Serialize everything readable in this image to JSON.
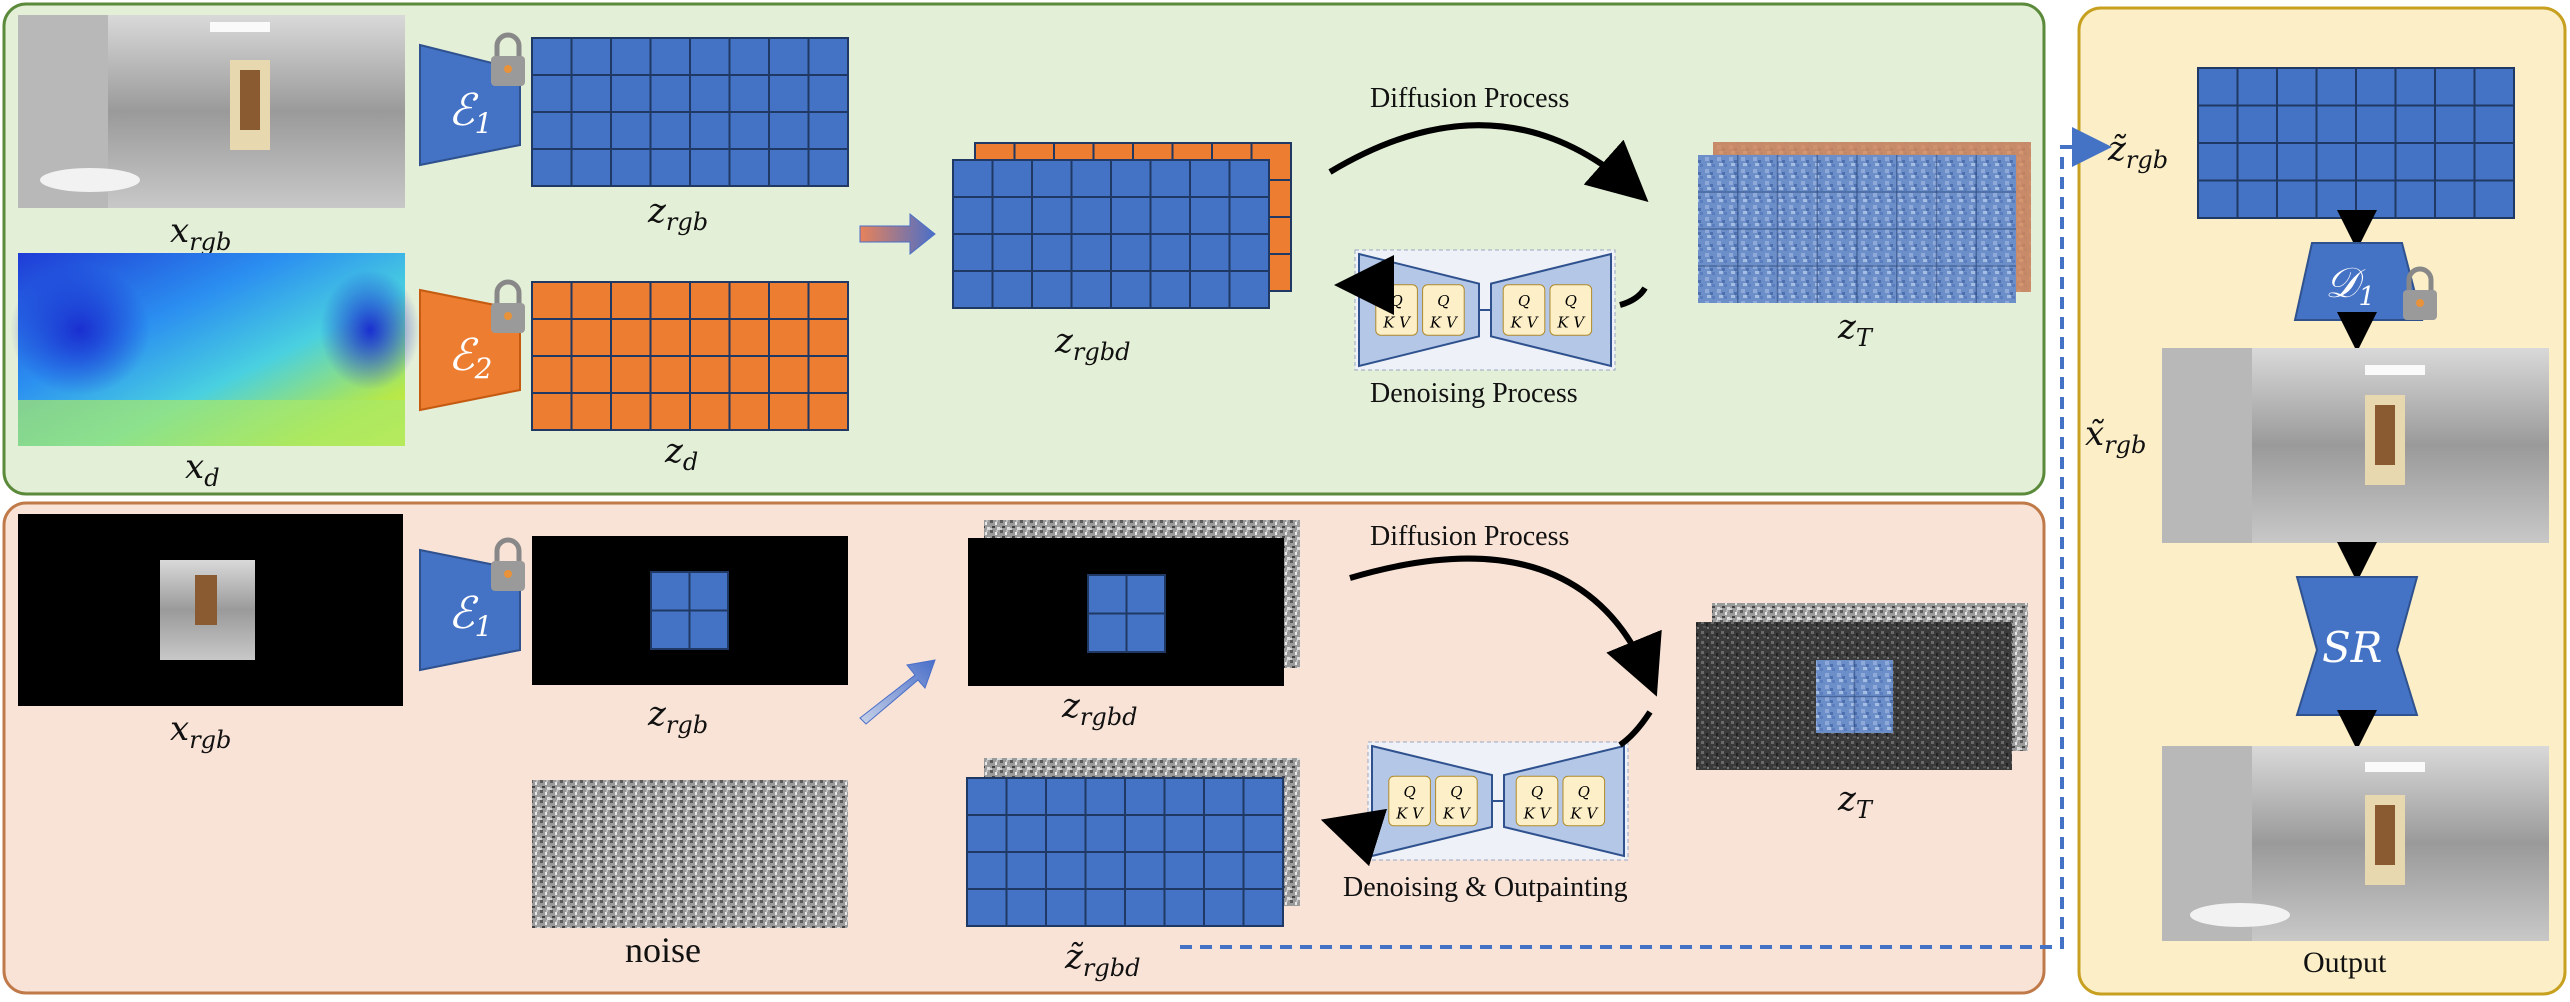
{
  "figure": {
    "top_panel": {
      "diffusion_label": "Diffusion Process",
      "denoising_label": "Denoising Process",
      "x_rgb": "x",
      "x_rgb_sub": "rgb",
      "x_d": "x",
      "x_d_sub": "d",
      "z_rgb": "z",
      "z_rgb_sub": "rgb",
      "z_d": "z",
      "z_d_sub": "d",
      "z_rgbd": "z",
      "z_rgbd_sub": "rgbd",
      "z_T": "z",
      "z_T_sub": "T",
      "enc1": "ℰ",
      "enc1_sub": "1",
      "enc2": "ℰ",
      "enc2_sub": "2"
    },
    "bottom_panel": {
      "diffusion_label": "Diffusion Process",
      "denoising_label": "Denoising & Outpainting",
      "x_rgb": "x",
      "x_rgb_sub": "rgb",
      "z_rgb": "z",
      "z_rgb_sub": "rgb",
      "z_rgbd": "z",
      "z_rgbd_sub": "rgbd",
      "z_tilde_rgbd": "z̃",
      "z_tilde_rgbd_sub": "rgbd",
      "z_T": "z",
      "z_T_sub": "T",
      "noise": "noise",
      "enc1": "ℰ",
      "enc1_sub": "1"
    },
    "right_panel": {
      "z_tilde_rgb": "z̃",
      "z_tilde_rgb_sub": "rgb",
      "decoder": "𝒟",
      "decoder_sub": "1",
      "x_tilde_rgb": "x̃",
      "x_tilde_rgb_sub": "rgb",
      "sr": "SR",
      "output": "Output"
    },
    "unet_cell_top": "Q",
    "unet_cell_bottom": "K  V",
    "colors": {
      "top_panel_bg": "#e3efd6",
      "top_panel_border": "#5b8a3a",
      "bottom_panel_bg": "#f9e3d6",
      "bottom_panel_border": "#c07a4a",
      "right_panel_bg": "#fcefc8",
      "right_panel_border": "#c8a020",
      "latent_blue": "#4472c4",
      "latent_orange": "#ed7d31",
      "skip_line": "#4472c4"
    }
  }
}
